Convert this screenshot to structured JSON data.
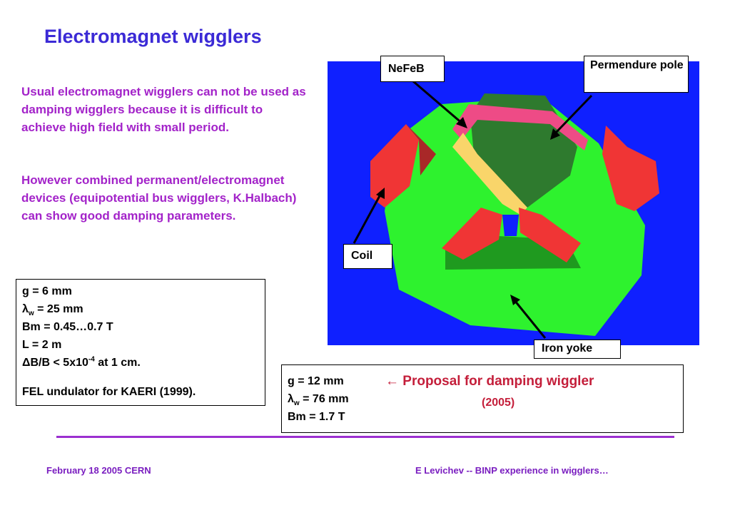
{
  "slide": {
    "title": "Electromagnet wigglers",
    "paragraph1": "Usual electromagnet wigglers can not be used as damping wigglers because it is difficult to achieve high field with small period.",
    "paragraph2": "However combined permanent/electromagnet devices (equipotential bus wigglers, K.Halbach) can show good damping parameters."
  },
  "params_left": {
    "gap": "g = 6 mm",
    "lambda_sym": "λ",
    "lambda_sub": "w",
    "lambda_val": " = 25 mm",
    "bm": "Bm = 0.45…0.7 T",
    "length": "L = 2 m",
    "delta_pre": "ΔB/B < 5x10",
    "delta_sup": "-4",
    "delta_post": " at 1 cm.",
    "note": "FEL undulator for KAERI (1999)."
  },
  "params_right": {
    "gap": "g = 12 mm",
    "lambda_sym": "λ",
    "lambda_sub": "w",
    "lambda_val": " = 76 mm",
    "bm": "Bm = 1.7 T",
    "proposal": "← Proposal for damping wiggler",
    "year": "(2005)"
  },
  "diagram": {
    "labels": {
      "nefeb": "NeFeB",
      "permendure": "Permendure pole",
      "coil": "Coil",
      "iron_yoke": "Iron yoke"
    },
    "colors": {
      "background": "#0f20ff",
      "iron": "#2ef22e",
      "iron_dark": "#1f9a1f",
      "pole": "#2e7a2e",
      "coil": "#f03535",
      "coil_dark": "#a82828",
      "magnet_pink": "#ee4b86",
      "magnet_yellow": "#f9d56a"
    }
  },
  "footer": {
    "left": "February 18 2005  CERN",
    "right": "E Levichev  -- BINP experience in wigglers…"
  }
}
